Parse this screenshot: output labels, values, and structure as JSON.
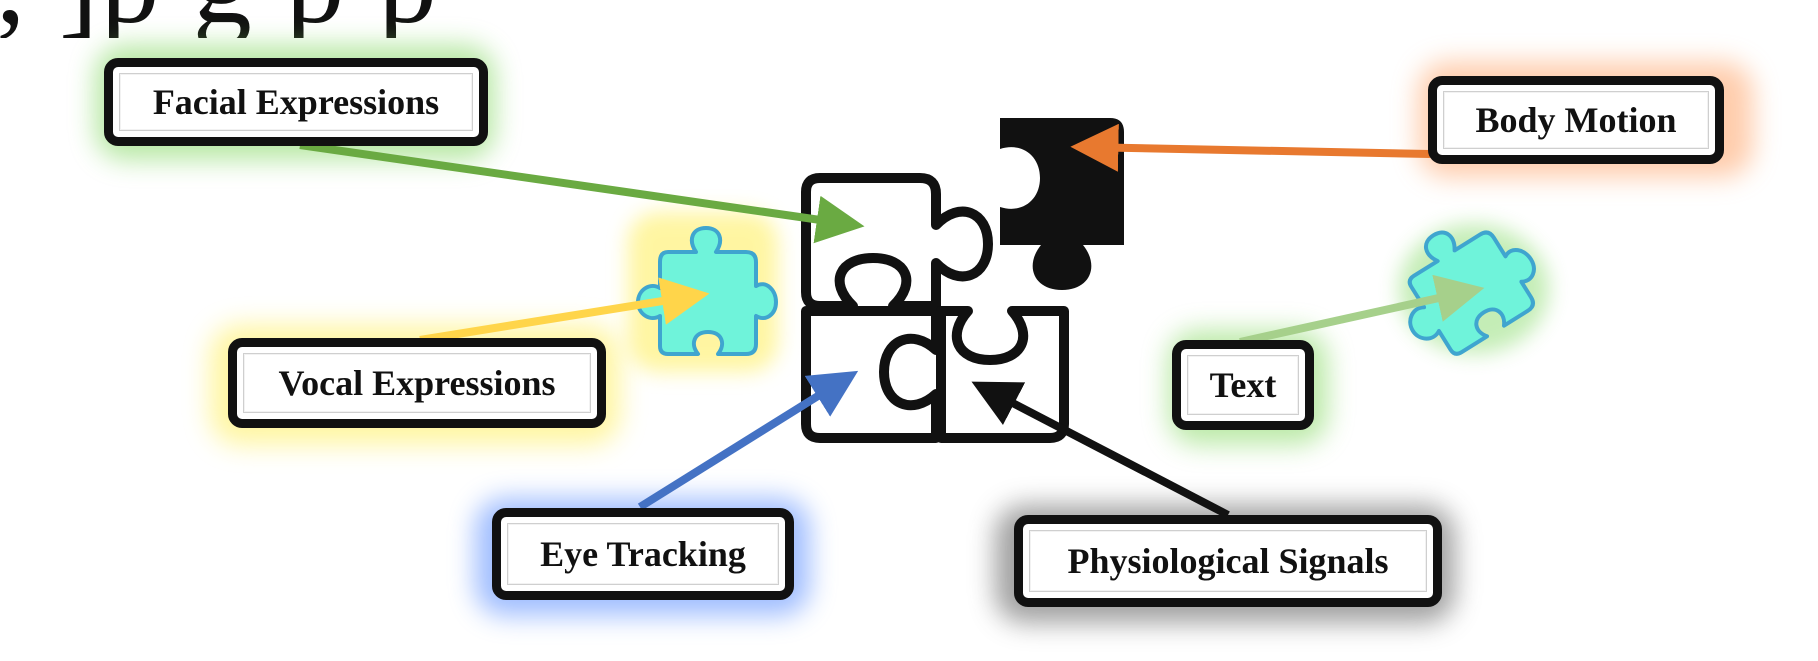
{
  "header": {
    "title_fragment": ", ]p g    p    p"
  },
  "modalities": [
    {
      "id": "facial",
      "label": "Facial Expressions",
      "glow": "#7dd65a",
      "arrow": "#6aaa42"
    },
    {
      "id": "body",
      "label": "Body Motion",
      "glow": "#ffab74",
      "arrow": "#e8792f"
    },
    {
      "id": "vocal",
      "label": "Vocal Expressions",
      "glow": "#fff27a",
      "arrow": "#ffd54a"
    },
    {
      "id": "text",
      "label": "Text",
      "glow": "#8fdc6e",
      "arrow": "#a6d08b"
    },
    {
      "id": "eye",
      "label": "Eye Tracking",
      "glow": "#6e9bff",
      "arrow": "#4472c4"
    },
    {
      "id": "physio",
      "label": "Physiological Signals",
      "glow": "#666666",
      "arrow": "#111111"
    }
  ],
  "colors": {
    "puzzle_outline": "#111111",
    "mini_piece_fill": "#6ff3da",
    "mini_piece_stroke": "#3fa5cf"
  },
  "icons": [
    "puzzle-icon",
    "puzzle-piece-icon"
  ]
}
